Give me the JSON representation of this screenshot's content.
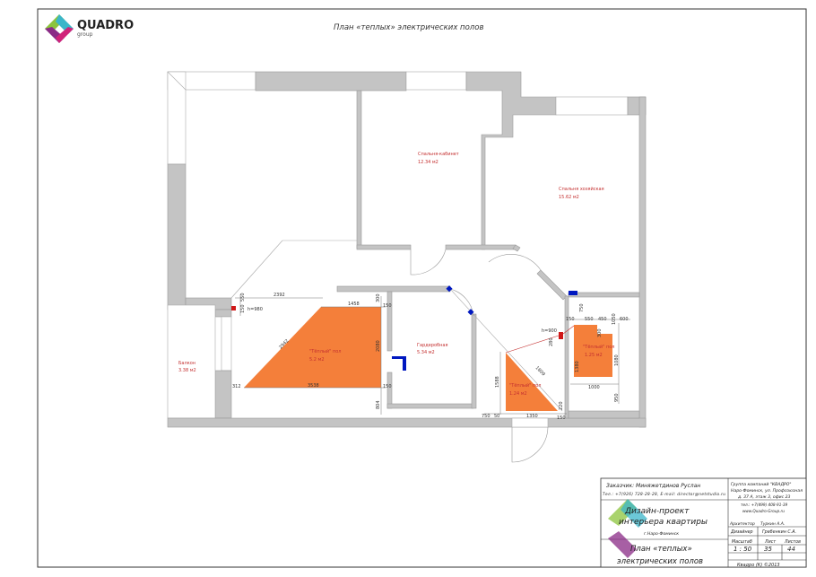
{
  "header": {
    "logo_text": "QUADRO",
    "logo_sub": "group",
    "title": "План «теплых» электрических полов"
  },
  "rooms": [
    {
      "name": "Спальня-кабинет",
      "area": "12.34 м2"
    },
    {
      "name": "Спальня хозяйская",
      "area": "15.62 м2"
    },
    {
      "name": "Гардеробная",
      "area": "5.34 м2"
    },
    {
      "name": "Балкон",
      "area": "3.38 м2"
    }
  ],
  "heated_zones": [
    {
      "name": "\"Тёплый\" пол",
      "area": "5.2 м2"
    },
    {
      "name": "\"Тёплый\" пол",
      "area": "1.24 м2"
    },
    {
      "name": "\"Тёплый\" пол",
      "area": "1.25 м2"
    }
  ],
  "thermostats": [
    {
      "height": "h=980"
    },
    {
      "height": "h=900"
    }
  ],
  "dimensions": {
    "zone1": [
      "550",
      "150",
      "2392",
      "1458",
      "300",
      "150",
      "2942",
      "2080",
      "312",
      "3538",
      "150",
      "804"
    ],
    "zone2": [
      "1588",
      "1809",
      "280",
      "750",
      "50",
      "1350",
      "150",
      "220"
    ],
    "zone3": [
      "750",
      "150",
      "550",
      "450",
      "1050",
      "600",
      "300",
      "1380",
      "1080",
      "1000",
      "950"
    ]
  },
  "title_block": {
    "client": "Заказчик: Миняжетдинов Руслан",
    "contacts": "Тел.: +7(926) 728-28-28, E-mail: director@netstudio.ru",
    "company": "Группа компаний \"КВАДРО\"",
    "address1": "Наро-Фоминск, ул. Профсоюзная",
    "address2": "д. 37 А, этаж 3, офис 23",
    "phone": "тел.: +7(499) 408-91-39",
    "site": "www.Quadro-Group.ru",
    "project1": "Дизайн-проект",
    "project2": "интерьера квартиры",
    "city": "г.Наро-Фоминск",
    "architect_label": "Архитектор",
    "architect_name": "Туркин А.А.",
    "designer_label": "Дизайнер",
    "designer_name": "Гребенкин С.А.",
    "scale_label": "Масштаб",
    "sheet_label": "Лист",
    "sheets_label": "Листов",
    "scale": "1 : 50",
    "sheet": "35",
    "sheets": "44",
    "drawing1": "План «теплых»",
    "drawing2": "электрических полов",
    "copyright": "Квадро (К) ©2013"
  },
  "colors": {
    "heated": "#f47f3a",
    "thermostat": "#d01818",
    "marker": "#0018c0",
    "room_text": "#c43030"
  }
}
